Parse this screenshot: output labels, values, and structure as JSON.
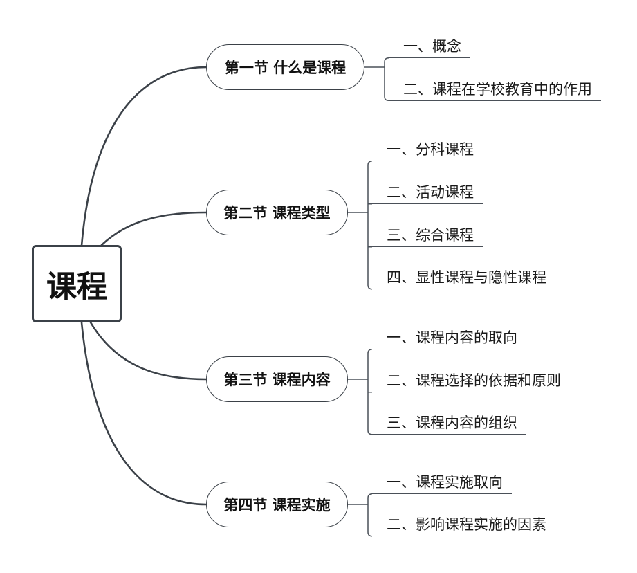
{
  "central": {
    "label": "课程"
  },
  "branches": [
    {
      "title": "第一节 什么是课程",
      "items": [
        "一、概念",
        "二、课程在学校教育中的作用"
      ]
    },
    {
      "title": "第二节 课程类型",
      "items": [
        "一、分科课程",
        "二、活动课程",
        "三、综合课程",
        "四、显性课程与隐性课程"
      ]
    },
    {
      "title": "第三节 课程内容",
      "items": [
        "一、课程内容的取向",
        "二、课程选择的依据和原则",
        "三、课程内容的组织"
      ]
    },
    {
      "title": "第四节 课程实施",
      "items": [
        "一、课程实施取向",
        "二、影响课程实施的因素"
      ]
    }
  ],
  "colors": {
    "line": "#3b4148",
    "text": "#111111",
    "background": "#ffffff"
  }
}
